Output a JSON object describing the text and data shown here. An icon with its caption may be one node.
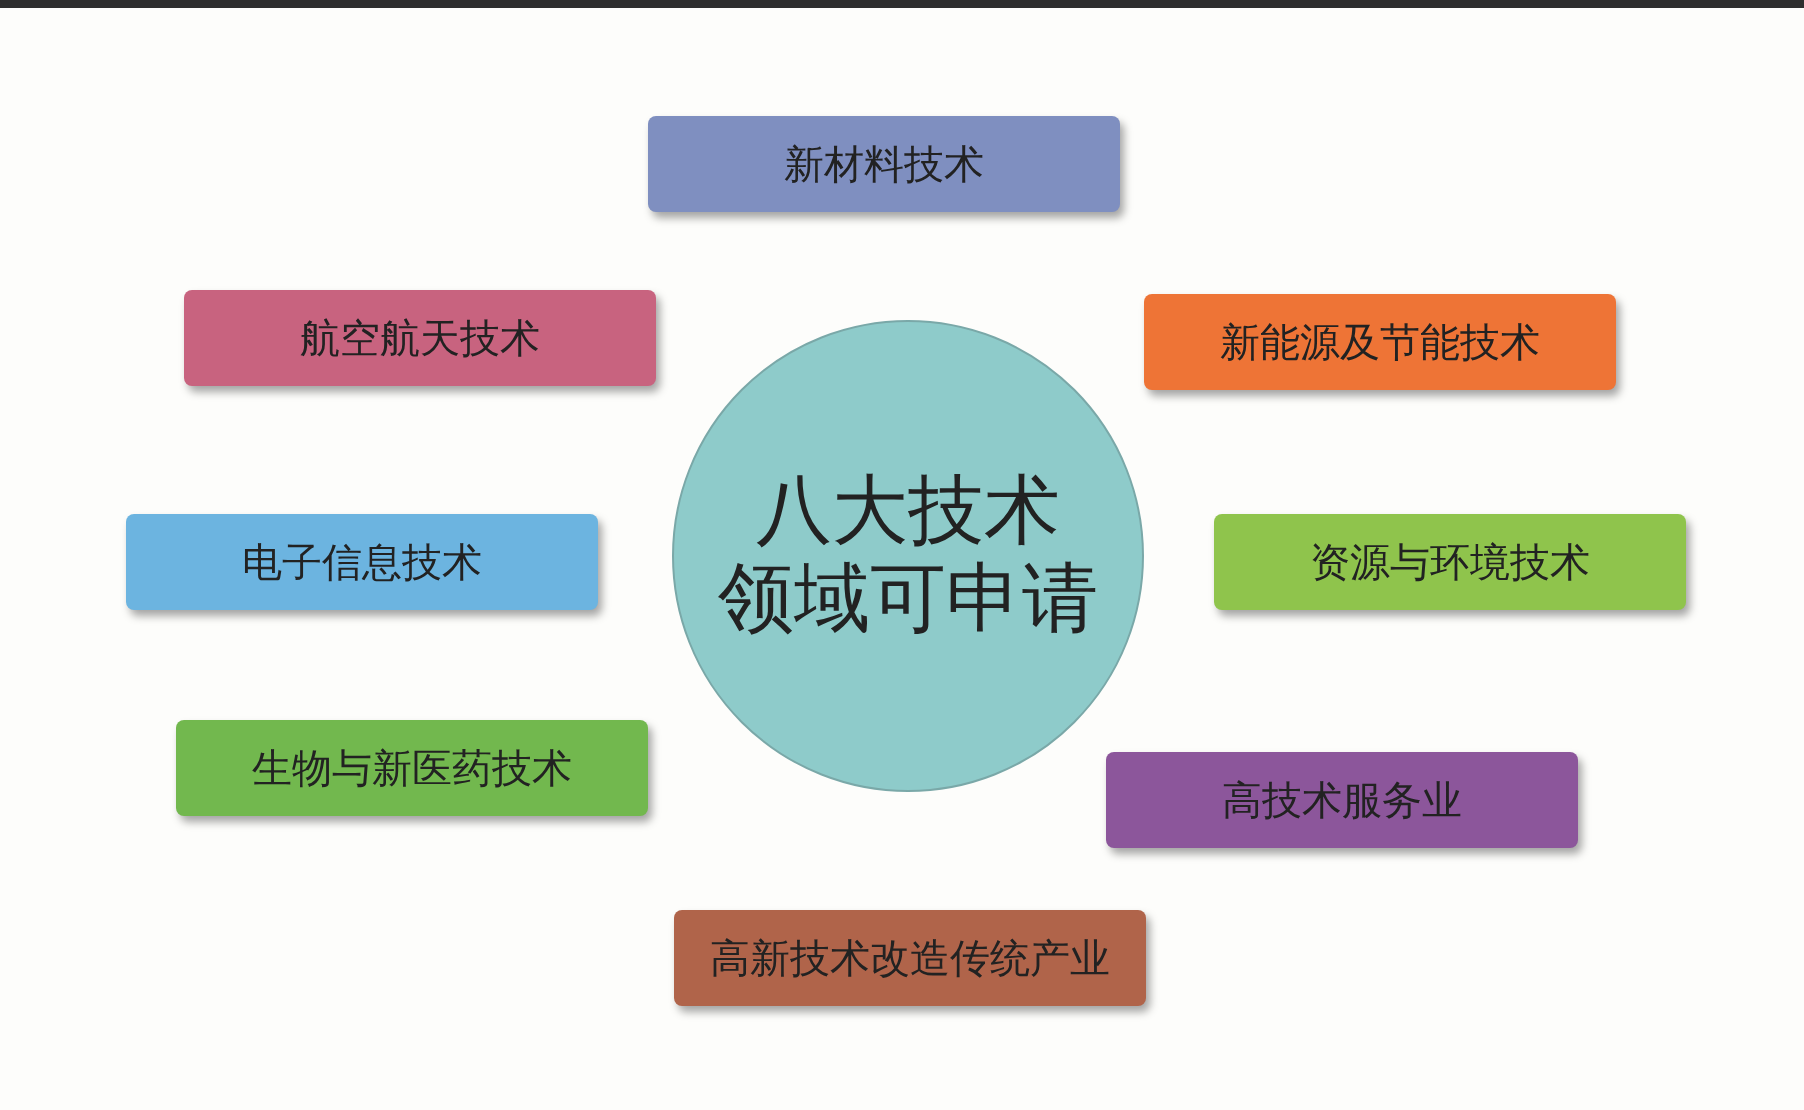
{
  "diagram": {
    "nodes": [
      {
        "text": [
          "八大技术",
          "领域可申请"
        ]
      },
      {
        "text": [
          "新材料技术"
        ]
      },
      {
        "text": [
          "航空航天技术"
        ]
      },
      {
        "text": [
          "新能源及节能技术"
        ]
      },
      {
        "text": [
          "电子信息技术"
        ]
      },
      {
        "text": [
          "资源与环境技术"
        ]
      },
      {
        "text": [
          "生物与新医药技术"
        ]
      },
      {
        "text": [
          "高技术服务业"
        ]
      },
      {
        "text": [
          "高新技术改造传统产业"
        ]
      }
    ]
  }
}
